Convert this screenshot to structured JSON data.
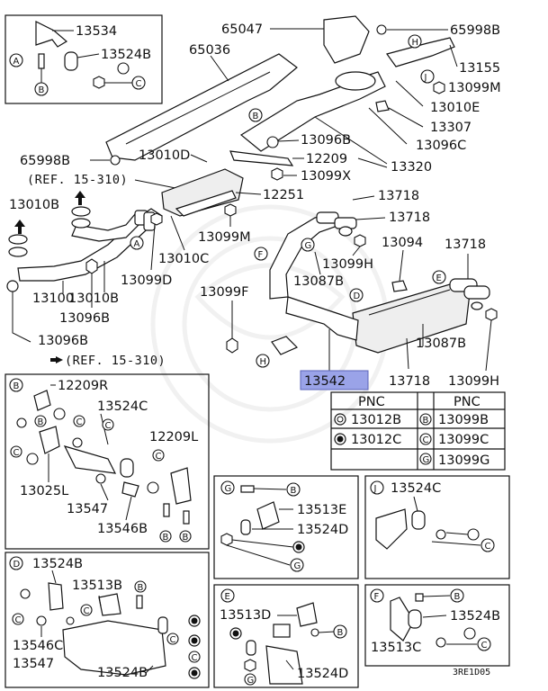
{
  "labels": {
    "p13534": "13534",
    "p13524B_a": "13524B",
    "p65036": "65036",
    "p65047": "65047",
    "p65998B_a": "65998B",
    "p13155": "13155",
    "p13099M_a": "13099M",
    "p13010E": "13010E",
    "p13307": "13307",
    "p13096C": "13096C",
    "p13096B_a": "13096B",
    "p12209": "12209",
    "p13320": "13320",
    "p13099X": "13099X",
    "p65998B_b": "65998B",
    "p13010D": "13010D",
    "ref1": "(REF. 15-310)",
    "p12251": "12251",
    "p13010B_a": "13010B",
    "p13099M_b": "13099M",
    "p13010C": "13010C",
    "p13099D": "13099D",
    "p13100": "13100",
    "p13010B_b": "13010B",
    "p13096B_b": "13096B",
    "p13096B_c": "13096B",
    "p13718_a": "13718",
    "p13718_b": "13718",
    "p13094": "13094",
    "p13718_c": "13718",
    "p13099H_a": "13099H",
    "p13087B_a": "13087B",
    "p13099F": "13099F",
    "p13087B_b": "13087B",
    "p13718_d": "13718",
    "p13099H_b": "13099H",
    "p13542": "13542",
    "ref2": "(REF. 15-310)",
    "b_12209R": "12209R",
    "b_13524C": "13524C",
    "b_12209L": "12209L",
    "b_13025L": "13025L",
    "b_13547": "13547",
    "b_13546B": "13546B",
    "g_13513E": "13513E",
    "g_13524D": "13524D",
    "j_13524C": "13524C",
    "d_13524B": "13524B",
    "d_13513B": "13513B",
    "d_13546C": "13546C",
    "d_13547": "13547",
    "d_13524B_2": "13524B",
    "e_13513D": "13513D",
    "e_13524D": "13524D",
    "f_13524B": "13524B",
    "f_13513C": "13513C",
    "code": "3RE1D05"
  },
  "pnc_table": {
    "header_left": "PNC",
    "header_right": "PNC",
    "rows": [
      {
        "sym_left": "○",
        "left": "13012B",
        "sym_right": "B",
        "right": "13099B"
      },
      {
        "sym_left": "●",
        "left": "13012C",
        "sym_right": "C",
        "right": "13099C"
      },
      {
        "sym_left": "",
        "left": "",
        "sym_right": "G",
        "right": "13099G"
      }
    ]
  },
  "callouts": {
    "A": "A",
    "B": "B",
    "C": "C",
    "D": "D",
    "E": "E",
    "F": "F",
    "G": "G",
    "H": "H",
    "J": "J"
  },
  "highlight_color": "#9aa3e8"
}
